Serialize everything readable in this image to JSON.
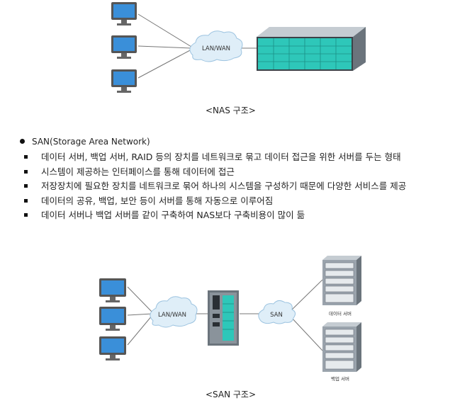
{
  "nas": {
    "cloud_label": "LAN/WAN",
    "caption": "<NAS 구조>"
  },
  "san": {
    "heading": "SAN(Storage Area Network)",
    "items": [
      {
        "text": "데이터 서버, 백업 서버, RAID 등의 장치를 네트워크로 묶고 데이터 접근을 위한 서버를 두는 형태"
      },
      {
        "text": "시스템이 제공하는 인터페이스를 통해 데이터에 접근"
      },
      {
        "text": "저장장치에 필요한 장치를 네트워크로 묶어 하나의 시스템을 구성하기 때문에 다양한 서비스를 제공"
      },
      {
        "text": "데이터의 공유, 백업, 보안 등이 서버를 통해 자동으로 이루어짐"
      },
      {
        "text": "데이터 서버나 백업 서버를 같이 구축하여 NAS보다 구축비용이 많이 듦"
      }
    ]
  },
  "san_diagram": {
    "cloud1_label": "LAN/WAN",
    "cloud2_label": "SAN",
    "data_server_label": "데이터 서버",
    "backup_server_label": "백업 서버",
    "caption": "<SAN 구조>"
  },
  "colors": {
    "monitor_screen": "#3a8fd9",
    "cloud_fill": "#dfeef8",
    "storage_teal": "#2ec7b9",
    "rack_gray": "#9aa3ac"
  }
}
